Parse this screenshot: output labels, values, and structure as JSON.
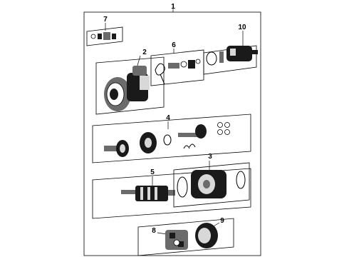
{
  "diagram": {
    "title": "",
    "callouts": [
      {
        "id": "c1",
        "label": "1"
      },
      {
        "id": "c2",
        "label": "2"
      },
      {
        "id": "c3",
        "label": "3"
      },
      {
        "id": "c4",
        "label": "4"
      },
      {
        "id": "c5",
        "label": "5"
      },
      {
        "id": "c6",
        "label": "6"
      },
      {
        "id": "c7",
        "label": "7"
      },
      {
        "id": "c8",
        "label": "8"
      },
      {
        "id": "c9",
        "label": "9"
      },
      {
        "id": "c10",
        "label": "10"
      }
    ]
  }
}
